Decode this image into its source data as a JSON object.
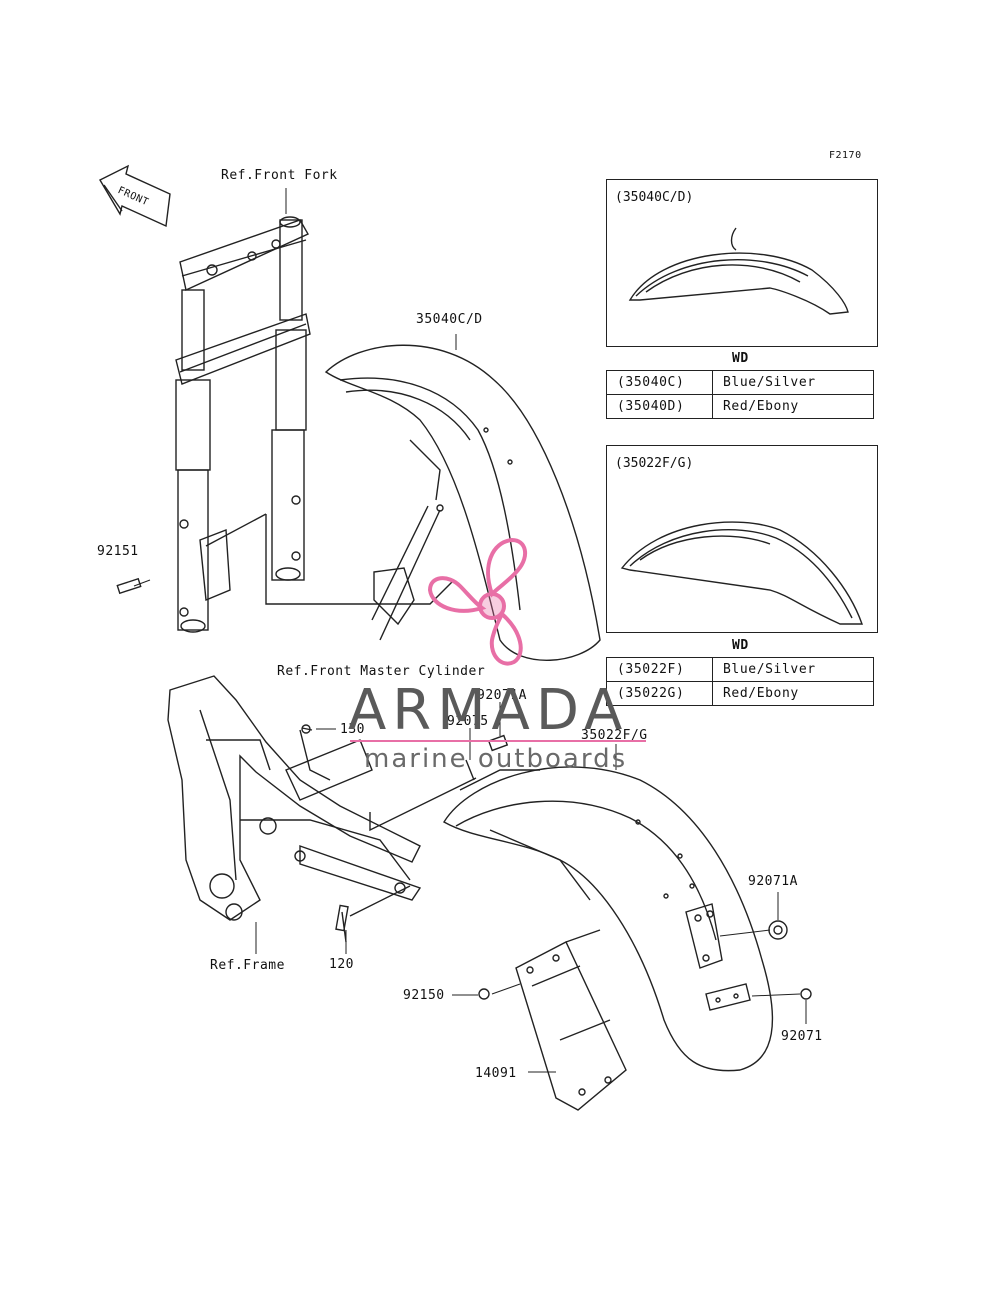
{
  "figure_code": "F2170",
  "front_arrow_label": "FRONT",
  "refs": {
    "front_fork": "Ref.Front Fork",
    "front_master_cylinder": "Ref.Front Master Cylinder",
    "frame": "Ref.Frame"
  },
  "callouts": {
    "p35040": "35040C/D",
    "p92151": "92151",
    "p130": "130",
    "p92075": "92075",
    "p92071A_top": "92071A",
    "p35022": "35022F/G",
    "p92071A_right": "92071A",
    "p120": "120",
    "p92150": "92150",
    "p92071": "92071",
    "p14091": "14091"
  },
  "variant_boxes": [
    {
      "caption": "(35040C/D)",
      "wd_label": "WD",
      "rows": [
        {
          "code": "(35040C)",
          "color": "Blue/Silver"
        },
        {
          "code": "(35040D)",
          "color": "Red/Ebony"
        }
      ]
    },
    {
      "caption": "(35022F/G)",
      "wd_label": "WD",
      "rows": [
        {
          "code": "(35022F)",
          "color": "Blue/Silver"
        },
        {
          "code": "(35022G)",
          "color": "Red/Ebony"
        }
      ]
    }
  ],
  "watermark": {
    "brand": "ARMADA",
    "tagline": "marine outboards",
    "color": "#e86fa6"
  }
}
